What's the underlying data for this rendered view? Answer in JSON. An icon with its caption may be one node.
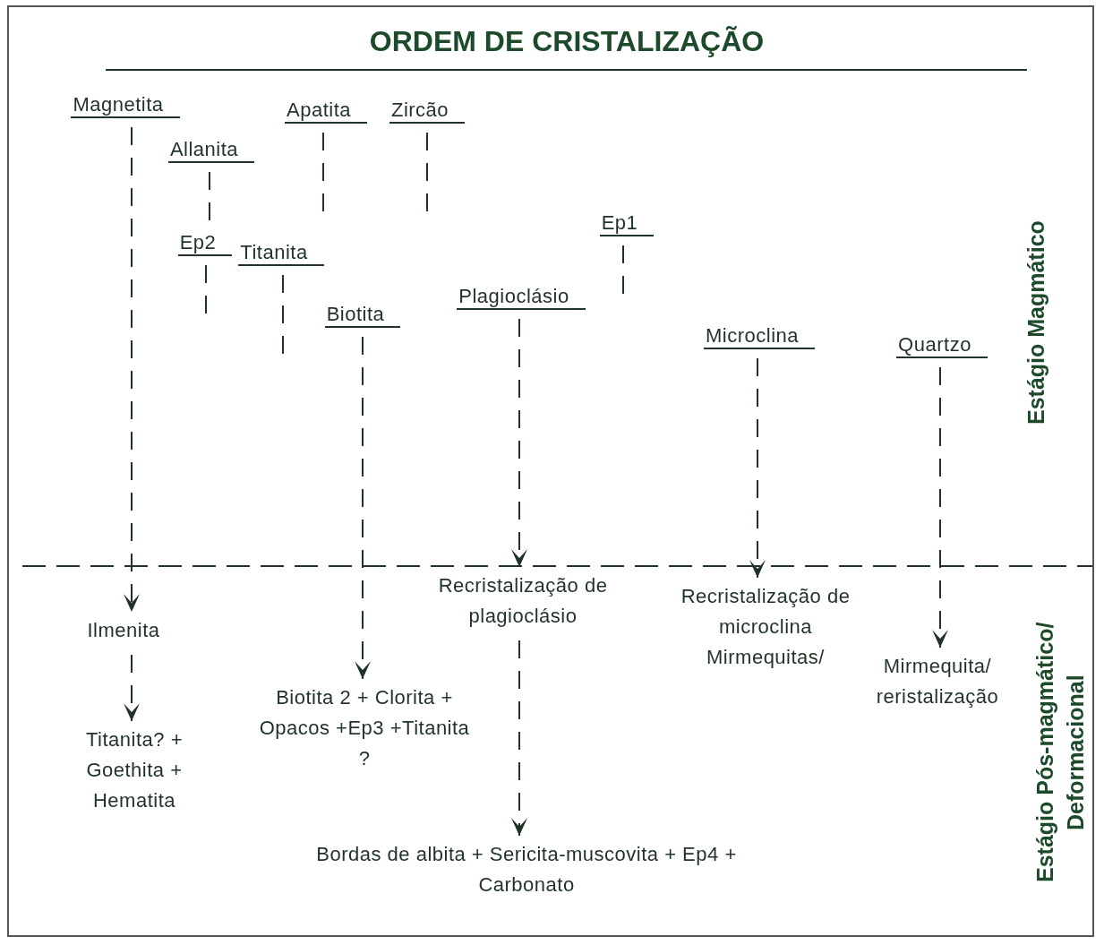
{
  "diagram": {
    "title": "ORDEM DE CRISTALIZAÇÃO",
    "nodes": [
      {
        "text": [
          "Magnetita"
        ]
      },
      {
        "text": [
          "Apatita"
        ]
      },
      {
        "text": [
          "Zircão"
        ]
      },
      {
        "text": [
          "Allanita"
        ]
      },
      {
        "text": [
          "Ep1"
        ]
      },
      {
        "text": [
          "Ep2"
        ]
      },
      {
        "text": [
          "Titanita"
        ]
      },
      {
        "text": [
          "Plagioclásio"
        ]
      },
      {
        "text": [
          "Biotita"
        ]
      },
      {
        "text": [
          "Microclina"
        ]
      },
      {
        "text": [
          "Quartzo"
        ]
      },
      {
        "text": [
          "Recristalização de plagioclásio"
        ]
      },
      {
        "text": [
          "Ilmenita"
        ]
      },
      {
        "text": [
          "Recristalização de microclina Mirmequitas/"
        ]
      },
      {
        "text": [
          "Mirmequita/ reristalização"
        ]
      },
      {
        "text": [
          "Biotita 2 + Clorita + Opacos +Ep3 +Titanita ?"
        ]
      },
      {
        "text": [
          "Titanita? + Goethita + Hematita"
        ]
      },
      {
        "text": [
          "Bordas de albita + Sericita-muscovita + Ep4 + Carbonato"
        ]
      }
    ],
    "edges": [
      {
        "from": 0,
        "to": 12,
        "arrow": "to",
        "style": "dashed"
      },
      {
        "from": 12,
        "to": 16,
        "arrow": "to",
        "style": "dashed"
      },
      {
        "from": 1,
        "to": null,
        "arrow": "none",
        "style": "dashed"
      },
      {
        "from": 2,
        "to": null,
        "arrow": "none",
        "style": "dashed"
      },
      {
        "from": 3,
        "to": 5,
        "arrow": "none",
        "style": "dashed"
      },
      {
        "from": 4,
        "to": null,
        "arrow": "none",
        "style": "dashed"
      },
      {
        "from": 5,
        "to": null,
        "arrow": "none",
        "style": "dashed"
      },
      {
        "from": 6,
        "to": null,
        "arrow": "none",
        "style": "dashed"
      },
      {
        "from": 7,
        "to": 11,
        "arrow": "to",
        "style": "dashed"
      },
      {
        "from": 8,
        "to": 15,
        "arrow": "to",
        "style": "dashed"
      },
      {
        "from": 11,
        "to": 17,
        "arrow": "to",
        "style": "dashed"
      },
      {
        "from": 9,
        "to": 13,
        "arrow": "to",
        "style": "dashed"
      },
      {
        "from": 10,
        "to": 14,
        "arrow": "to",
        "style": "dashed"
      }
    ],
    "labels": [
      "Estágio Magmático",
      "Estágio Pós-magmático/ Deformacional"
    ]
  }
}
